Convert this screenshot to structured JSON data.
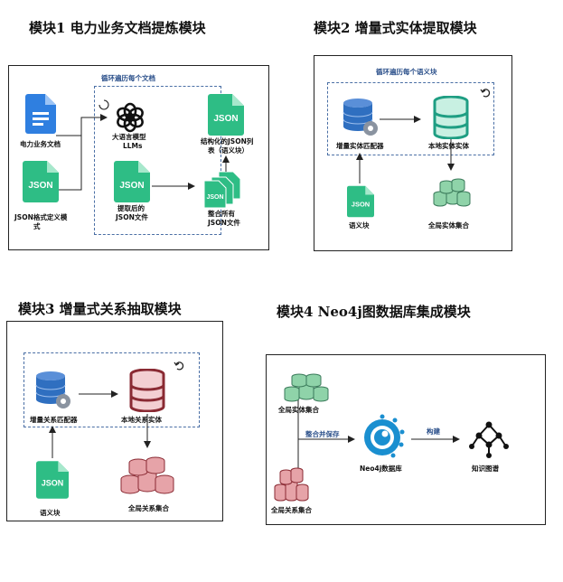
{
  "titles": {
    "m1": "模块1  电力业务文档提炼模块",
    "m2": "模块2  增量式实体提取模块",
    "m3": "模块3  增量式关系抽取模块",
    "m4": "模块4  Neo4j图数据库集成模块"
  },
  "m1": {
    "loop_label": "循环遍历每个文档",
    "doc_label": "电力业务文档",
    "json_def_label_1": "JSON格式定义模",
    "json_def_label_2": "式",
    "llm_label_1": "大语言模型",
    "llm_label_2": "LLMs",
    "extracted_label_1": "提取后的",
    "extracted_label_2": "JSON文件",
    "structured_label_1": "结构化的JSON列",
    "structured_label_2": "表（语义块）",
    "merged_label_1": "整合所有",
    "merged_label_2": "JSON文件"
  },
  "m2": {
    "loop_label": "循环遍历每个语义块",
    "matcher_label": "增量实体匹配器",
    "local_label": "本地实体实体",
    "chunk_label": "语义块",
    "global_label": "全局实体集合"
  },
  "m3": {
    "matcher_label": "增量关系匹配器",
    "local_label": "本地关系实体",
    "chunk_label": "语义块",
    "global_label": "全局关系集合"
  },
  "m4": {
    "entity_label": "全局实体集合",
    "relation_label": "全局关系集合",
    "merge_store_label": "整合并保存",
    "db_label": "Neo4j数据库",
    "build_label": "构建",
    "graph_label": "知识图谱"
  },
  "file_badge": "JSON",
  "colors": {
    "json_green": "#2ebd85",
    "doc_blue": "#2f7fe0",
    "db_blue": "#2f6fc0",
    "teal_db": "#1f9e83",
    "green_db": "#8fd3a9",
    "pink_db": "#e6a3a8",
    "neo_blue": "#1a8fd0"
  }
}
